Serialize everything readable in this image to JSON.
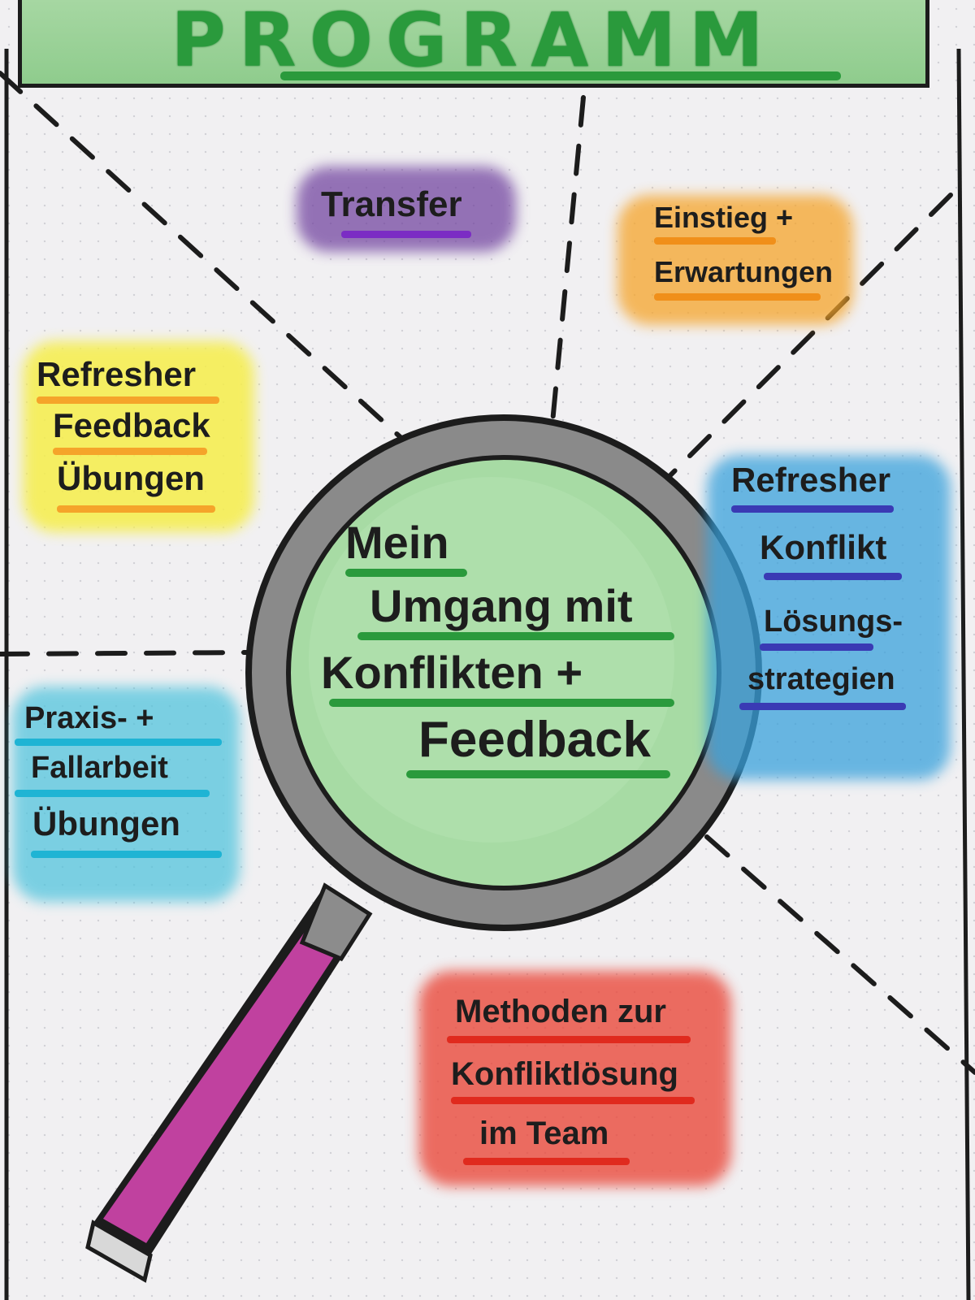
{
  "title": "PROGRAMM",
  "center": {
    "line1": "Mein",
    "line2": "Umgang mit",
    "line3": "Konflikten +",
    "line4": "Feedback"
  },
  "sections": {
    "transfer": {
      "line1": "Transfer"
    },
    "einstieg": {
      "line1": "Einstieg +",
      "line2": "Erwartungen"
    },
    "refresher_feedback": {
      "line1": "Refresher",
      "line2": "Feedback",
      "line3": "Übungen"
    },
    "refresher_konflikt": {
      "line1": "Refresher",
      "line2": "Konflikt",
      "line3": "Lösungs-",
      "line4": "strategien"
    },
    "praxis": {
      "line1": "Praxis- +",
      "line2": "Fallarbeit",
      "line3": "Übungen"
    },
    "methoden": {
      "line1": "Methoden zur",
      "line2": "Konfliktlösung",
      "line3": "im Team"
    }
  },
  "colors": {
    "banner": "#a6d7a2",
    "green": "#2a9a3c",
    "purple": "#6c3c9c",
    "orange": "#f5a42a",
    "yellow": "#f6ee4a",
    "blue": "#3aa2dc",
    "cyan": "#49c2dc",
    "red": "#ea4a3c",
    "magenta": "#c43c9c"
  }
}
